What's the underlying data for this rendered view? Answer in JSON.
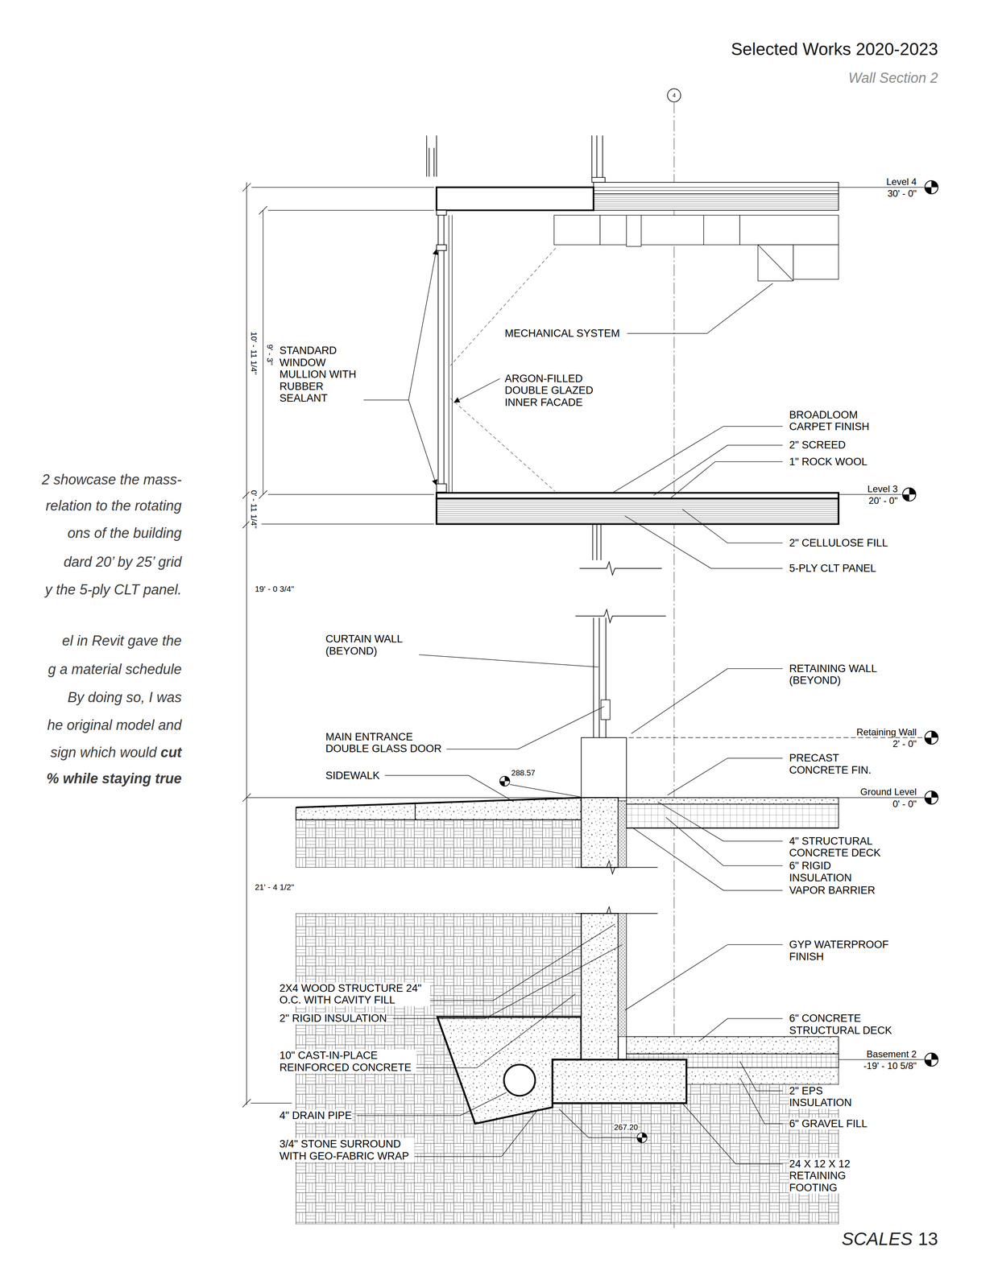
{
  "diagram": {
    "title": "Selected Works 2020-2023",
    "labels": [
      "Wall Section 2",
      "2 showcase the mass-",
      "relation to the rotating",
      "ons of the building",
      "dard 20’ by 25’ grid",
      "y the 5-ply CLT panel.",
      "el in Revit gave the",
      "g a material schedule",
      "By doing so, I was",
      "he original model and",
      "sign which would",
      "cut",
      "% while staying true",
      "4",
      "Level 4",
      "30' - 0\"",
      "MECHANICAL SYSTEM",
      "10' - 11 1/4\"",
      "9' - 3\"",
      "STANDARD WINDOW MULLION WITH RUBBER SEALANT",
      "ARGON-FILLED DOUBLE GLAZED INNER FACADE",
      "BROADLOOM CARPET FINISH",
      "2\" SCREED",
      "1\" ROCK WOOL",
      "Level 3",
      "20' - 0\"",
      "0' - 11 1/4\"",
      "2\" CELLULOSE FILL",
      "5-PLY CLT PANEL",
      "19' - 0 3/4\"",
      "CURTAIN WALL (BEYOND)",
      "RETAINING WALL (BEYOND)",
      "MAIN ENTRANCE DOUBLE GLASS DOOR",
      "Retaining Wall",
      "2' - 0\"",
      "PRECAST CONCRETE FIN.",
      "288.57",
      "SIDEWALK",
      "Ground Level",
      "0' - 0\"",
      "4\" STRUCTURAL CONCRETE DECK",
      "6\" RIGID INSULATION",
      "VAPOR BARRIER",
      "21' - 4 1/2\"",
      "GYP WATERPROOF FINISH",
      "2X4 WOOD STRUCTURE 24\" O.C. WITH CAVITY FILL",
      "2\" RIGID INSULATION",
      "6\" CONCRETE STRUCTURAL DECK",
      "Basement 2",
      "-19' - 10 5/8\"",
      "10\" CAST-IN-PLACE REINFORCED CONCRETE",
      "2\" EPS INSULATION",
      "4\" DRAIN PIPE",
      "6\" GRAVEL FILL",
      "267.20",
      "3/4\" STONE SURROUND WITH GEO-FABRIC WRAP",
      "24 X 12 X 12 RETAINING FOOTING",
      "SCALES",
      "13"
    ]
  }
}
